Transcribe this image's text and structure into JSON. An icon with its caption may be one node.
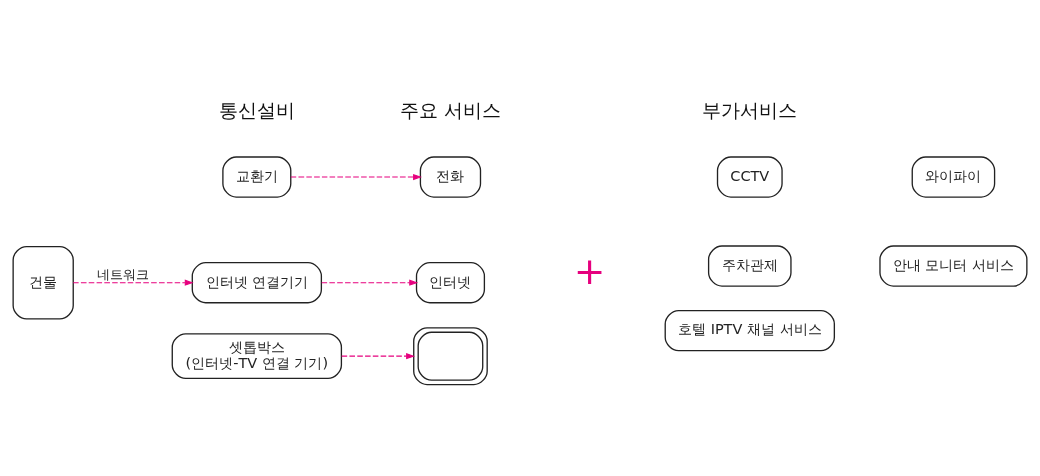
{
  "diagram": {
    "nodes": [
      {
        "text": [
          "건물"
        ]
      },
      {
        "text": [
          "교환기"
        ]
      },
      {
        "text": [
          "인터넷 연결기기"
        ]
      },
      {
        "text": [
          "셋톱박스",
          "(인터넷-TV 연결 기기)"
        ]
      },
      {
        "text": [
          "전화"
        ]
      },
      {
        "text": [
          "인터넷"
        ]
      },
      {
        "text": [],
        "shape": "picture"
      },
      {
        "text": [
          "CCTV"
        ]
      },
      {
        "text": [
          "주차관제"
        ]
      },
      {
        "text": [
          "호텔 IPTV 채널 서비스"
        ]
      },
      {
        "text": [
          "와이파이"
        ]
      },
      {
        "text": [
          "안내 모니터 서비스"
        ]
      }
    ],
    "edges": [
      {
        "from": 0,
        "to": 2,
        "arrow": "to",
        "style": "dashed",
        "label": "네트워크"
      },
      {
        "from": 1,
        "to": 4,
        "arrow": "to",
        "style": "dashed"
      },
      {
        "from": 2,
        "to": 5,
        "arrow": "to",
        "style": "dashed"
      },
      {
        "from": 3,
        "to": 6,
        "arrow": "to",
        "style": "dashed"
      }
    ],
    "labels": [
      "통신설비",
      "주요 서비스",
      "부가서비스",
      "+"
    ]
  }
}
